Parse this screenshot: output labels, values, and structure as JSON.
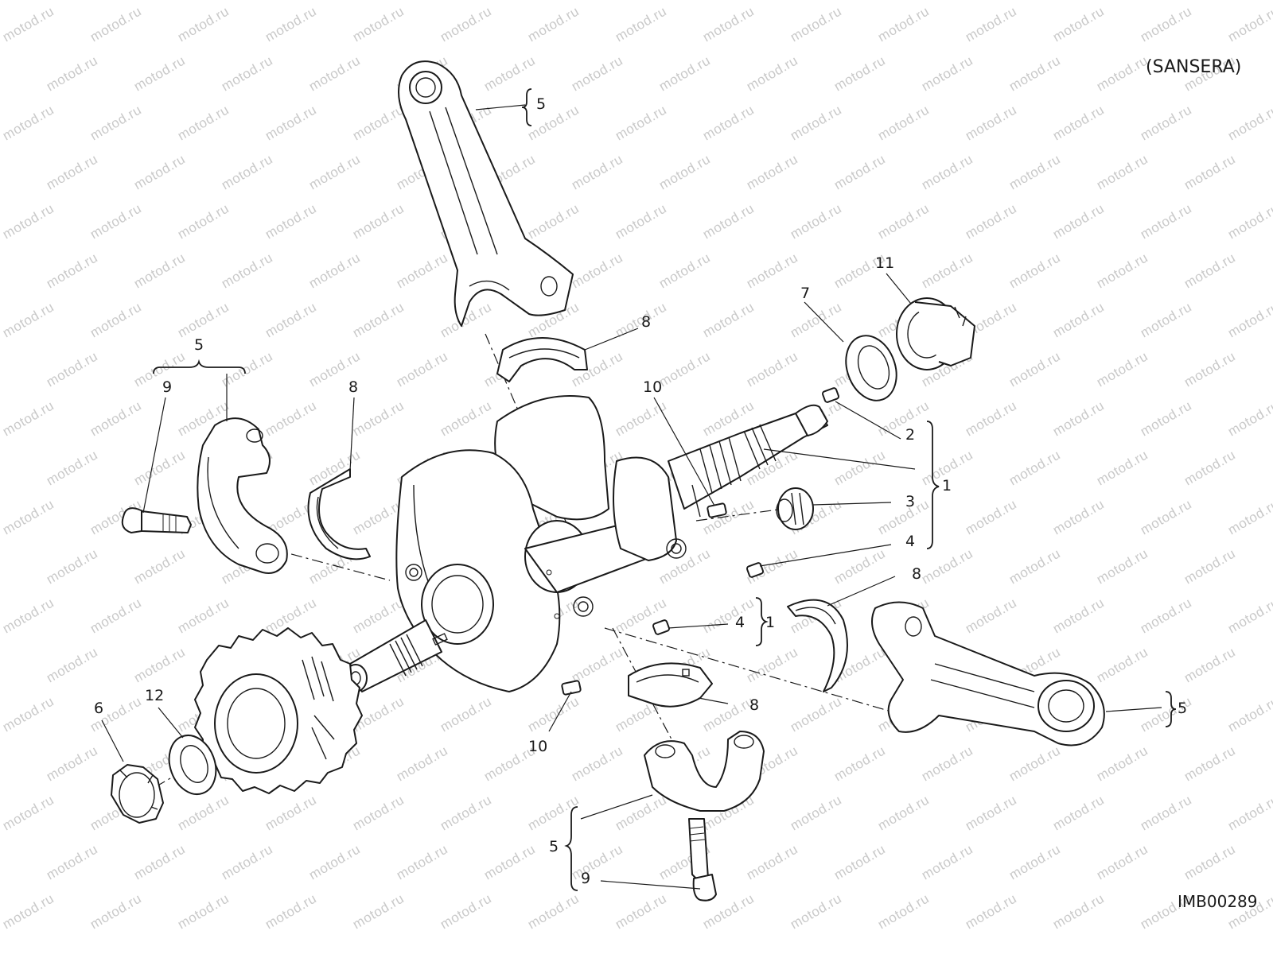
{
  "diagram": {
    "variant_note": "(SANSERA)",
    "image_code": "IMB00289",
    "watermark": "motod.ru",
    "callouts": {
      "n1": "1",
      "n2": "2",
      "n3": "3",
      "n4": "4",
      "n5": "5",
      "n6": "6",
      "n7": "7",
      "n8": "8",
      "n9": "9",
      "n10": "10",
      "n11": "11",
      "n12": "12"
    }
  }
}
